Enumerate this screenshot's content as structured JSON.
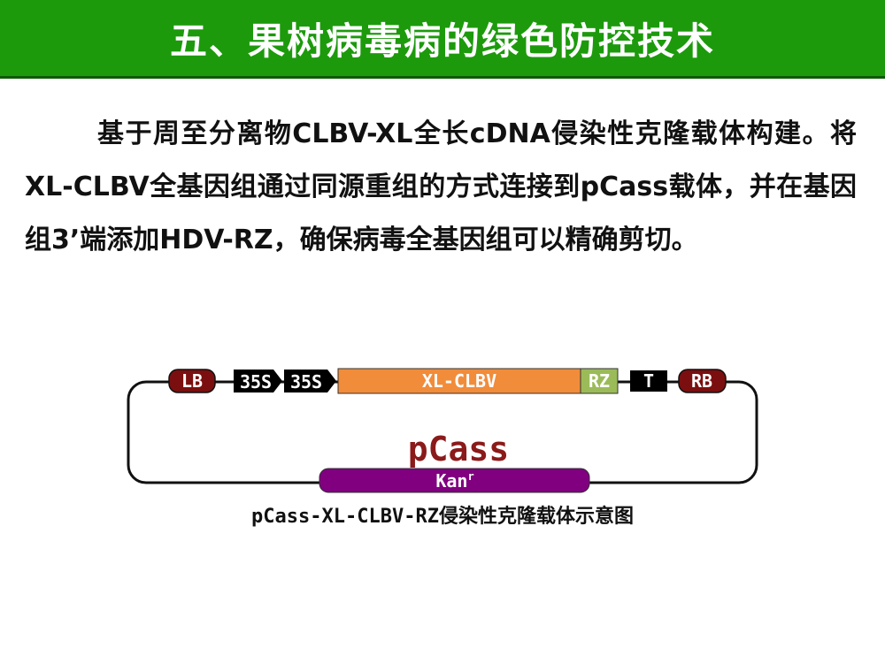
{
  "title": "五、果树病毒病的绿色防控技术",
  "paragraph": "基于周至分离物CLBV-XL全长cDNA侵染性克隆载体构建。将XL-CLBV全基因组通过同源重组的方式连接到pCass载体，并在基因组3’端添加HDV-RZ，确保病毒全基因组可以精确剪切。",
  "diagram": {
    "plasmid_name": "pCass",
    "elements": {
      "lb": "LB",
      "promoter_1": "35S",
      "promoter_2": "35S",
      "insert": "XL-CLBV",
      "ribozyme": "RZ",
      "terminator": "T",
      "rb": "RB",
      "resistance": "Kan",
      "resistance_sup": "r"
    },
    "colors": {
      "border_elements": "#7b0f0f",
      "promoter": "#000000",
      "insert": "#f18c3a",
      "ribozyme": "#9bbb59",
      "resistance": "#800080",
      "plasmid_label": "#8b1a1a"
    },
    "caption": "pCass-XL-CLBV-RZ侵染性克隆载体示意图"
  }
}
